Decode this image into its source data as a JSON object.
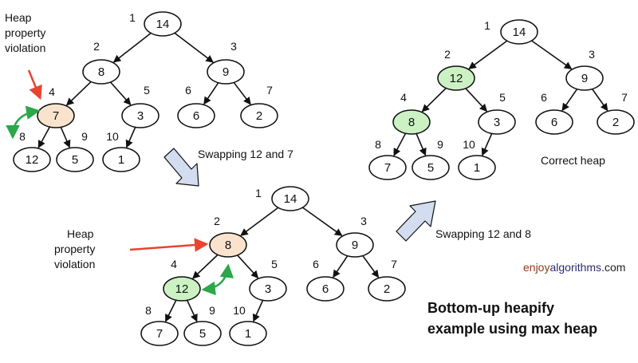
{
  "trees": [
    {
      "id": "initial",
      "nodes": [
        {
          "idx": "1",
          "val": "14",
          "state": "normal"
        },
        {
          "idx": "2",
          "val": "8",
          "state": "normal"
        },
        {
          "idx": "3",
          "val": "9",
          "state": "normal"
        },
        {
          "idx": "4",
          "val": "7",
          "state": "violation"
        },
        {
          "idx": "5",
          "val": "3",
          "state": "normal"
        },
        {
          "idx": "6",
          "val": "6",
          "state": "normal"
        },
        {
          "idx": "7",
          "val": "2",
          "state": "normal"
        },
        {
          "idx": "8",
          "val": "12",
          "state": "normal"
        },
        {
          "idx": "9",
          "val": "5",
          "state": "normal"
        },
        {
          "idx": "10",
          "val": "1",
          "state": "normal"
        }
      ]
    },
    {
      "id": "after-swap-12-7",
      "nodes": [
        {
          "idx": "1",
          "val": "14",
          "state": "normal"
        },
        {
          "idx": "2",
          "val": "8",
          "state": "violation"
        },
        {
          "idx": "3",
          "val": "9",
          "state": "normal"
        },
        {
          "idx": "4",
          "val": "12",
          "state": "fixed"
        },
        {
          "idx": "5",
          "val": "3",
          "state": "normal"
        },
        {
          "idx": "6",
          "val": "6",
          "state": "normal"
        },
        {
          "idx": "7",
          "val": "2",
          "state": "normal"
        },
        {
          "idx": "8",
          "val": "7",
          "state": "normal"
        },
        {
          "idx": "9",
          "val": "5",
          "state": "normal"
        },
        {
          "idx": "10",
          "val": "1",
          "state": "normal"
        }
      ]
    },
    {
      "id": "final",
      "nodes": [
        {
          "idx": "1",
          "val": "14",
          "state": "normal"
        },
        {
          "idx": "2",
          "val": "12",
          "state": "fixed"
        },
        {
          "idx": "3",
          "val": "9",
          "state": "normal"
        },
        {
          "idx": "4",
          "val": "8",
          "state": "fixed"
        },
        {
          "idx": "5",
          "val": "3",
          "state": "normal"
        },
        {
          "idx": "6",
          "val": "6",
          "state": "normal"
        },
        {
          "idx": "7",
          "val": "2",
          "state": "normal"
        },
        {
          "idx": "8",
          "val": "7",
          "state": "normal"
        },
        {
          "idx": "9",
          "val": "5",
          "state": "normal"
        },
        {
          "idx": "10",
          "val": "1",
          "state": "normal"
        }
      ]
    }
  ],
  "labels": {
    "violation_1": [
      "Heap",
      "property",
      "violation"
    ],
    "violation_2": [
      "Heap",
      "property",
      "violation"
    ],
    "swap_1": "Swapping 12 and 7",
    "swap_2": "Swapping 12 and 8",
    "correct": "Correct heap",
    "title_line1": "Bottom-up heapify",
    "title_line2": "example using max heap"
  },
  "brand": {
    "part1": "enjoy",
    "part2": "algorithms",
    "part3": ".com"
  },
  "colors": {
    "violation_fill": "#fae3cd",
    "fixed_fill": "#ccf2c4",
    "normal_fill": "#ffffff",
    "red_arrow": "#e8442f",
    "green_arrow": "#2aa84a",
    "block_arrow_fill": "#d3ddf0",
    "brand_1": "#8b3a1a",
    "brand_2": "#2b2d6e",
    "brand_3": "#222222"
  }
}
